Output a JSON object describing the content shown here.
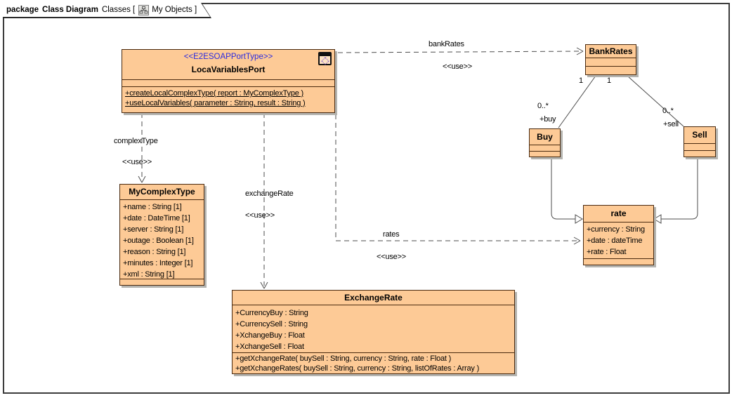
{
  "frame": {
    "keyword": "package",
    "diagram_kind": "Class Diagram",
    "name_left": "Classes [",
    "name_right": "My Objects ]"
  },
  "icons": {
    "tab_icon": "diagram-icon",
    "port_icon": "porttype-icon"
  },
  "colors": {
    "class_fill": "#fdca96",
    "class_border": "#49290e",
    "stereotype_text": "#2a2ae0",
    "connector": "#4d4d4d",
    "shadow": "#b4b4b0",
    "frame_border": "#3c3c3c"
  },
  "classes": {
    "locaVariablesPort": {
      "stereotype": "<<E2ESOAPPortType>>",
      "name": "LocaVariablesPort",
      "operations": [
        "+createLocalComplexType( report : MyComplexType )",
        "+useLocalVariables( parameter : String, result : String )"
      ]
    },
    "myComplexType": {
      "name": "MyComplexType",
      "attributes": [
        "+name : String [1]",
        "+date : DateTime [1]",
        "+server : String [1]",
        "+outage : Boolean [1]",
        "+reason : String [1]",
        "+minutes : Integer [1]",
        "+xml : String [1]"
      ]
    },
    "exchangeRate": {
      "name": "ExchangeRate",
      "attributes": [
        "+CurrencyBuy : String",
        "+CurrencySell : String",
        "+XchangeBuy : Float",
        "+XchangeSell : Float"
      ],
      "operations": [
        "+getXchangeRate( buySell : String, currency : String, rate : Float )",
        "+getXchangeRates( buySell : String, currency : String, listOfRates : Array )"
      ]
    },
    "bankRates": {
      "name": "BankRates"
    },
    "buy": {
      "name": "Buy"
    },
    "sell": {
      "name": "Sell"
    },
    "rate": {
      "name": "rate",
      "attributes": [
        "+currency : String",
        "+date : dateTime",
        "+rate : Float"
      ]
    }
  },
  "edges": {
    "bank_rates_dep": {
      "label": "bankRates",
      "stereotype": "<<use>>"
    },
    "complex_type_dep": {
      "label": "complexType",
      "stereotype": "<<use>>"
    },
    "exchange_rate_dep": {
      "label": "exchangeRate",
      "stereotype": "<<use>>"
    },
    "rates_dep": {
      "label": "rates",
      "stereotype": "<<use>>"
    },
    "buy_assoc": {
      "parent_mult": "1",
      "child_mult": "0..*",
      "role": "+buy"
    },
    "sell_assoc": {
      "parent_mult": "1",
      "child_mult": "0..*",
      "role": "+sell"
    }
  }
}
